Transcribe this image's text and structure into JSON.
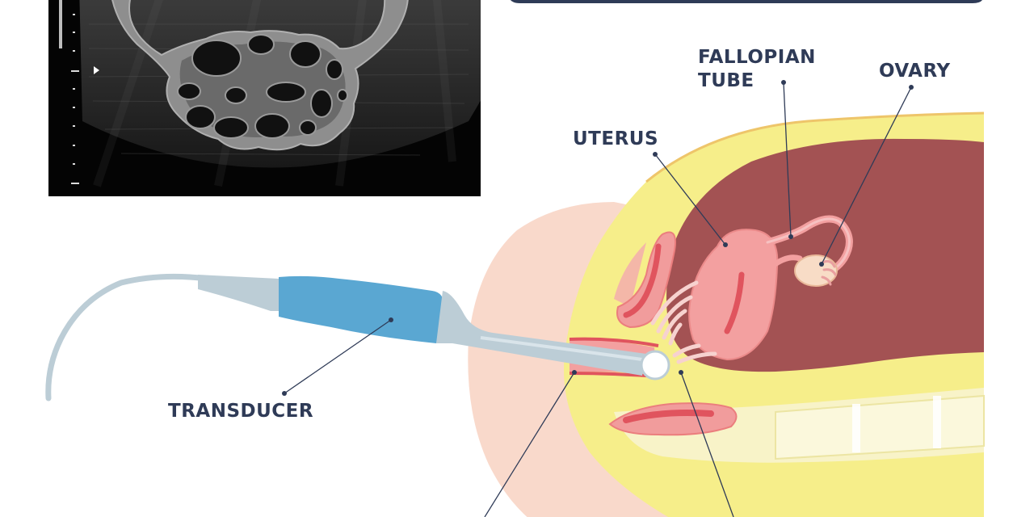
{
  "labels": {
    "transducer": "TRANSDUCER",
    "uterus": "UTERUS",
    "fallopian_tube": [
      "FALLOPIAN",
      "TUBE"
    ],
    "ovary": "OVARY"
  },
  "colors": {
    "ultrasound_background": "#040404",
    "ultrasound_wall": "#8e8e8e",
    "label_text": "#2f3b57",
    "transducer_blue": "#5aa7d2",
    "transducer_grey": "#bccdd6",
    "skin_outer": "#f9d9cb",
    "fat_yellow": "#f6ee8a",
    "cavity_dark": "#a35253",
    "organ_pink": "#f3a0a0",
    "organ_red": "#e3616a",
    "ovary_cream": "#f8dcc6"
  }
}
